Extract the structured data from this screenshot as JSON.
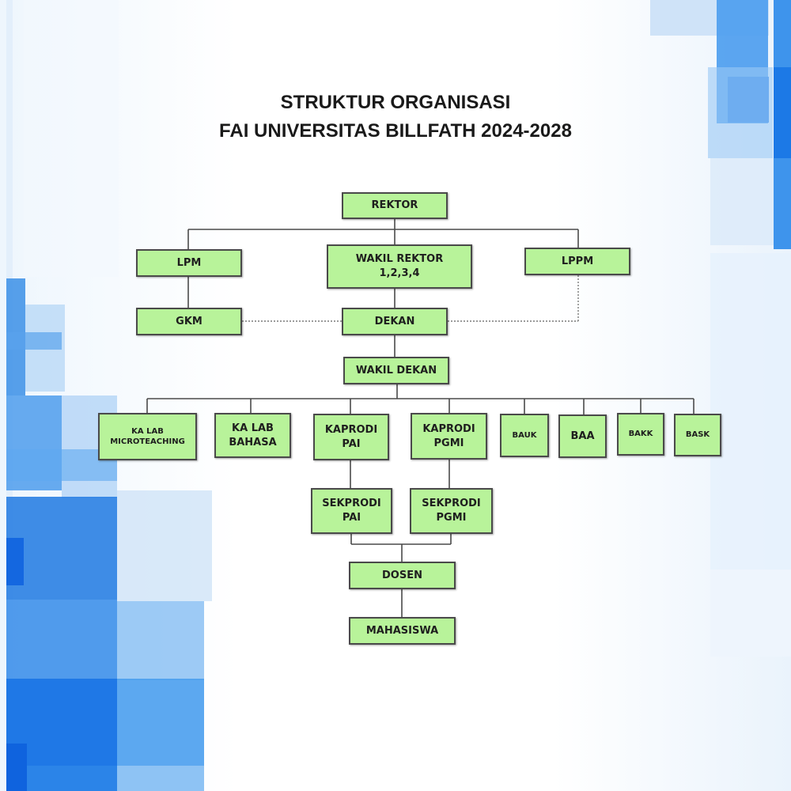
{
  "title": {
    "line1": "STRUKTUR ORGANISASI",
    "line2": "FAI UNIVERSITAS BILLFATH 2024-2028"
  },
  "colors": {
    "node_fill": "#b8f39a",
    "node_border": "#4a4a4a",
    "line": "#4a4a4a",
    "accent_blue": "#2f86e8"
  },
  "nodes": {
    "rektor": {
      "l1": "REKTOR"
    },
    "lpm": {
      "l1": "LPM"
    },
    "wakil_rektor": {
      "l1": "WAKIL REKTOR",
      "l2": "1,2,3,4"
    },
    "lppm": {
      "l1": "LPPM"
    },
    "gkm": {
      "l1": "GKM"
    },
    "dekan": {
      "l1": "DEKAN"
    },
    "wakil_dekan": {
      "l1": "WAKIL DEKAN"
    },
    "ka_lab_microteaching": {
      "l1": "KA LAB",
      "l2": "MICROTEACHING"
    },
    "ka_lab_bahasa": {
      "l1": "KA LAB",
      "l2": "BAHASA"
    },
    "kaprodi_pai": {
      "l1": "KAPRODI",
      "l2": "PAI"
    },
    "kaprodi_pgmi": {
      "l1": "KAPRODI",
      "l2": "PGMI"
    },
    "bauk": {
      "l1": "BAUK"
    },
    "baa": {
      "l1": "BAA"
    },
    "bakk": {
      "l1": "BAKK"
    },
    "bask": {
      "l1": "BASK"
    },
    "sekprodi_pai": {
      "l1": "SEKPRODI",
      "l2": "PAI"
    },
    "sekprodi_pgmi": {
      "l1": "SEKPRODI",
      "l2": "PGMI"
    },
    "dosen": {
      "l1": "DOSEN"
    },
    "mahasiswa": {
      "l1": "MAHASISWA"
    }
  },
  "connections": [
    {
      "from": "REKTOR",
      "to": [
        "LPM",
        "WAKIL REKTOR 1,2,3,4",
        "LPPM"
      ],
      "style": "solid"
    },
    {
      "from": "LPM",
      "to": [
        "GKM"
      ],
      "style": "solid"
    },
    {
      "from": "WAKIL REKTOR 1,2,3,4",
      "to": [
        "DEKAN"
      ],
      "style": "solid"
    },
    {
      "from": "GKM",
      "to": [
        "DEKAN"
      ],
      "style": "dotted"
    },
    {
      "from": "LPPM",
      "to": [
        "DEKAN"
      ],
      "style": "dotted"
    },
    {
      "from": "DEKAN",
      "to": [
        "WAKIL DEKAN"
      ],
      "style": "solid"
    },
    {
      "from": "WAKIL DEKAN",
      "to": [
        "KA LAB MICROTEACHING",
        "KA LAB BAHASA",
        "KAPRODI PAI",
        "KAPRODI PGMI",
        "BAUK",
        "BAA",
        "BAKK",
        "BASK"
      ],
      "style": "solid"
    },
    {
      "from": "KAPRODI PAI",
      "to": [
        "SEKPRODI PAI"
      ],
      "style": "solid"
    },
    {
      "from": "KAPRODI PGMI",
      "to": [
        "SEKPRODI PGMI"
      ],
      "style": "solid"
    },
    {
      "from": "SEKPRODI PAI",
      "to": [
        "DOSEN"
      ],
      "style": "solid"
    },
    {
      "from": "SEKPRODI PGMI",
      "to": [
        "DOSEN"
      ],
      "style": "solid"
    },
    {
      "from": "DOSEN",
      "to": [
        "MAHASISWA"
      ],
      "style": "solid"
    }
  ]
}
